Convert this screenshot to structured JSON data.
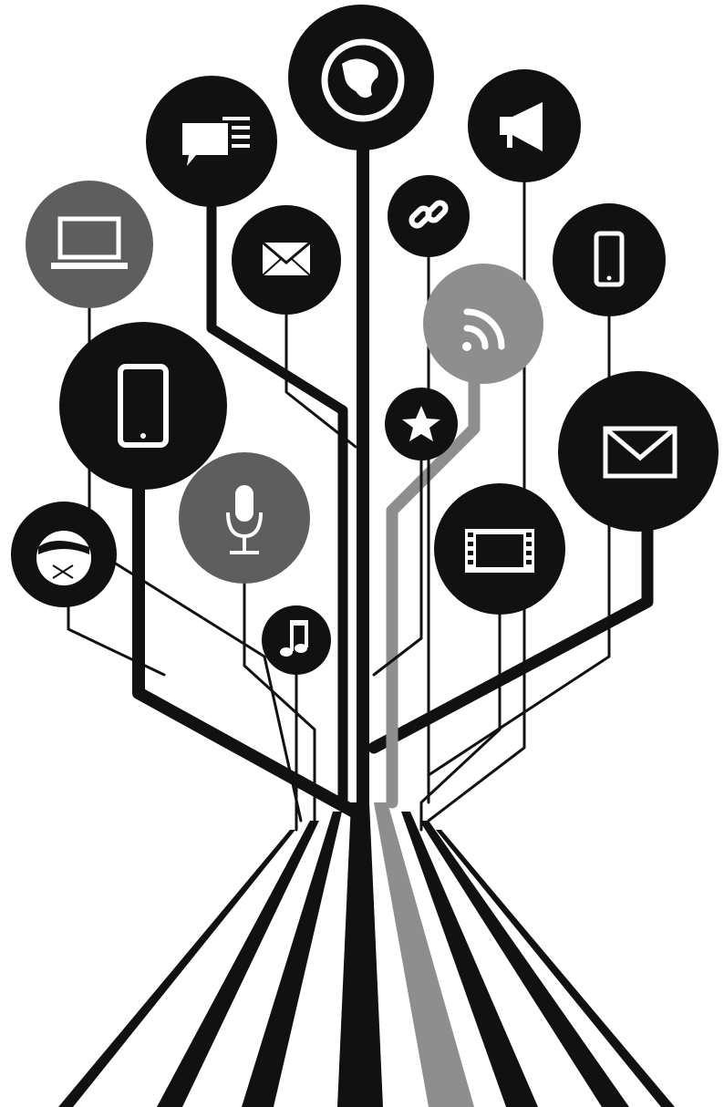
{
  "colors": {
    "background": "#ffffff",
    "ink": "#111111",
    "mid_gray": "#5e5e5e",
    "light_gray": "#8e8e8e",
    "icon": "#ffffff"
  },
  "nodes": [
    {
      "id": "globe",
      "icon": "globe-icon",
      "shade": "ink"
    },
    {
      "id": "chat",
      "icon": "chat-bubbles-icon",
      "shade": "ink"
    },
    {
      "id": "megaphone",
      "icon": "megaphone-icon",
      "shade": "ink"
    },
    {
      "id": "laptop",
      "icon": "laptop-icon",
      "shade": "mid_gray"
    },
    {
      "id": "mail-small",
      "icon": "envelope-icon",
      "shade": "ink"
    },
    {
      "id": "link",
      "icon": "chain-link-icon",
      "shade": "ink"
    },
    {
      "id": "phone",
      "icon": "smartphone-icon",
      "shade": "ink"
    },
    {
      "id": "wifi",
      "icon": "wifi-signal-icon",
      "shade": "light_gray"
    },
    {
      "id": "tablet",
      "icon": "tablet-icon",
      "shade": "ink"
    },
    {
      "id": "star",
      "icon": "star-icon",
      "shade": "ink"
    },
    {
      "id": "mail-large",
      "icon": "envelope-icon",
      "shade": "ink"
    },
    {
      "id": "cloud-globe",
      "icon": "cloud-globe-icon",
      "shade": "ink"
    },
    {
      "id": "microphone",
      "icon": "microphone-icon",
      "shade": "mid_gray"
    },
    {
      "id": "film",
      "icon": "film-strip-icon",
      "shade": "ink"
    },
    {
      "id": "music",
      "icon": "music-note-icon",
      "shade": "ink"
    }
  ]
}
